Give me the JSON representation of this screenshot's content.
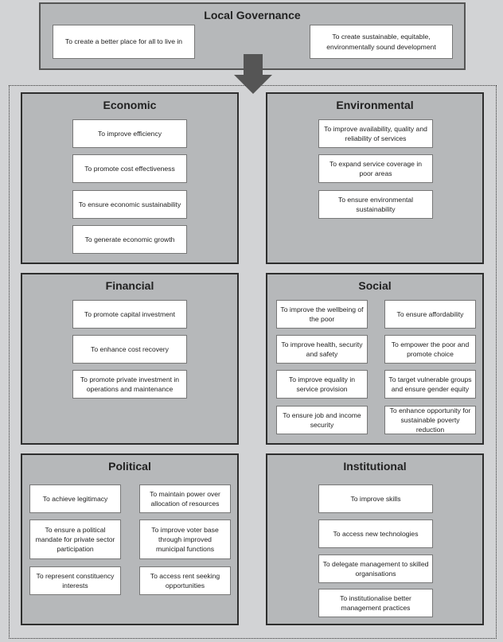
{
  "header": {
    "title": "Local Governance",
    "left_goal": "To create a better place for all to live in",
    "right_goal": "To create sustainable, equitable, environmentally sound development"
  },
  "panels": {
    "economic": {
      "title": "Economic",
      "items": [
        "To improve efficiency",
        "To promote cost effectiveness",
        "To ensure economic sustainability",
        "To generate economic growth"
      ]
    },
    "environmental": {
      "title": "Environmental",
      "items": [
        "To improve availability, quality and reliability of services",
        "To expand service coverage in poor areas",
        "To ensure environmental sustainability"
      ]
    },
    "financial": {
      "title": "Financial",
      "items": [
        "To promote capital investment",
        "To enhance cost recovery",
        "To promote private investment in operations and maintenance"
      ]
    },
    "social": {
      "title": "Social",
      "items": [
        "To improve the wellbeing of the poor",
        "To ensure affordability",
        "To improve health, security and safety",
        "To empower the poor and promote choice",
        "To improve equality in service provision",
        "To target vulnerable groups and ensure gender equity",
        "To ensure job and income security",
        "To enhance opportunity for sustainable poverty reduction"
      ]
    },
    "political": {
      "title": "Political",
      "items": [
        "To achieve legitimacy",
        "To maintain power over allocation of resources",
        "To ensure a political mandate for private sector participation",
        "To improve voter base through improved municipal functions",
        "To represent constituency interests",
        "To access rent seeking opportunities"
      ]
    },
    "institutional": {
      "title": "Institutional",
      "items": [
        "To improve skills",
        "To access new technologies",
        "To delegate management to skilled organisations",
        "To institutionalise better management practices"
      ]
    }
  },
  "colors": {
    "background": "#d2d3d5",
    "panel": "#b6b8ba",
    "box": "#ffffff",
    "arrow": "#555555"
  }
}
